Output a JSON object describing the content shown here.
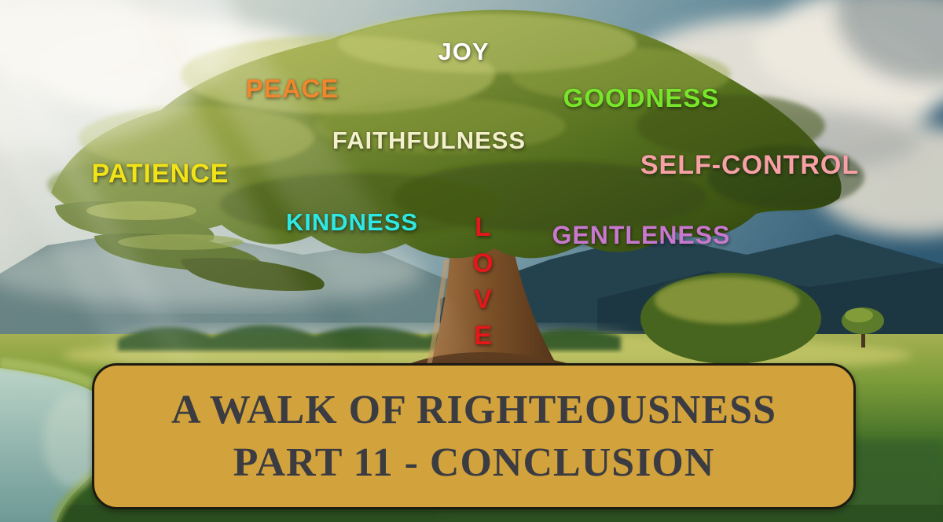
{
  "labels": {
    "joy": {
      "text": "JOY",
      "color": "#ffffff"
    },
    "peace": {
      "text": "PEACE",
      "color": "#f0862d"
    },
    "goodness": {
      "text": "GOODNESS",
      "color": "#77e62a"
    },
    "faithfulness": {
      "text": "FAITHFULNESS",
      "color": "#f4f0cb"
    },
    "patience": {
      "text": "PATIENCE",
      "color": "#f2e318"
    },
    "self_control": {
      "text": "SELF-CONTROL",
      "color": "#f7a0a6"
    },
    "kindness": {
      "text": "KINDNESS",
      "color": "#2ee8e4"
    },
    "gentleness": {
      "text": "GENTLENESS",
      "color": "#c978cf"
    },
    "love": {
      "text": "LOVE",
      "color": "#e2181b"
    }
  },
  "banner": {
    "line1": "A WALK OF RIGHTEOUSNESS",
    "line2": "PART 11 - CONCLUSION",
    "background_color": "#d2a23c",
    "text_color": "#3b3c42"
  }
}
